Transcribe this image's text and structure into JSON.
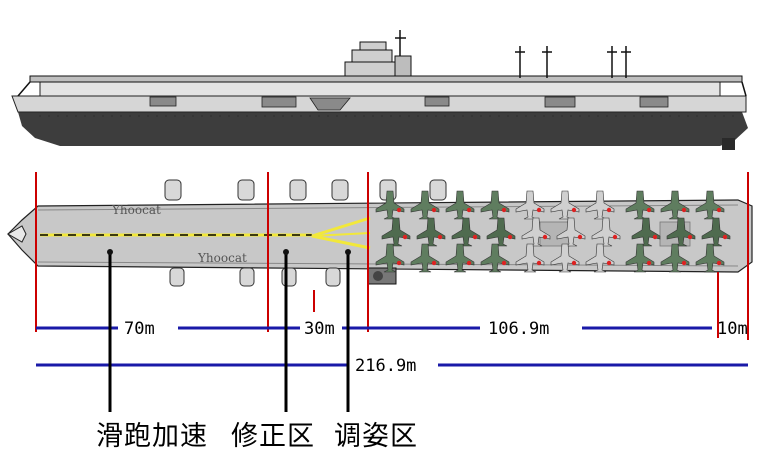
{
  "watermark": "Yhoocat",
  "segments": [
    {
      "label": "70m"
    },
    {
      "label": "30m"
    },
    {
      "label": "106.9m"
    },
    {
      "label": "10m"
    }
  ],
  "total_length": "216.9m",
  "zones": [
    {
      "label": "滑跑加速"
    },
    {
      "label": "修正区"
    },
    {
      "label": "调姿区"
    }
  ],
  "colors": {
    "marker": "#cc0000",
    "dimension": "#1a1aa8",
    "guide": "#f2e83a",
    "hull_dark": "#3a3a3a",
    "hull_light": "#d9d9d9",
    "deck": "#c9c9c9"
  }
}
